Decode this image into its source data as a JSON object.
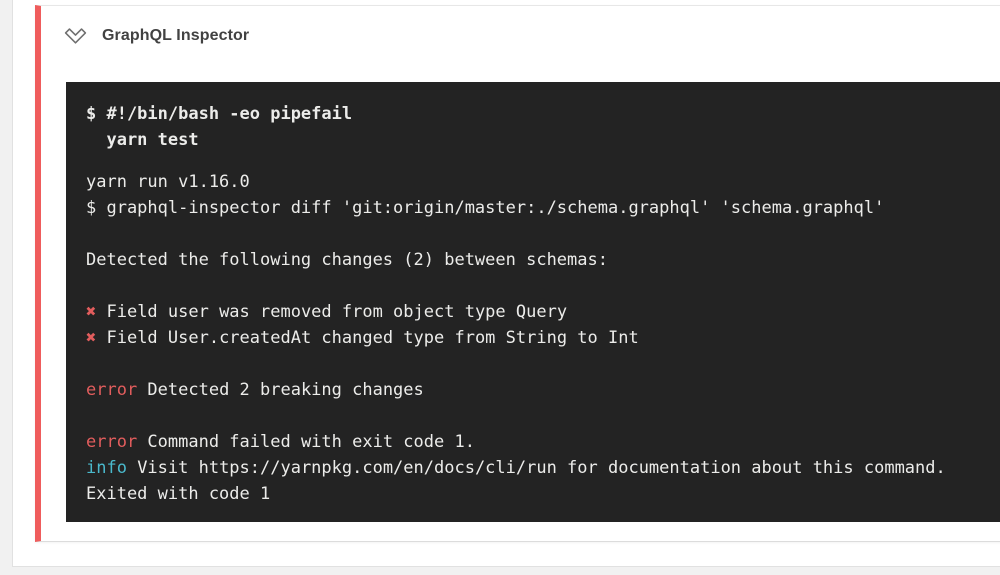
{
  "header": {
    "title": "GraphQL Inspector",
    "collapse_icon": "chevron-down-outline-icon"
  },
  "colors": {
    "accent_fail_red": "#ef5c5c",
    "terminal_background": "#232323",
    "terminal_text": "#ececea",
    "error_red": "#e25d5d",
    "info_cyan": "#4ab9cc"
  },
  "terminal": {
    "command_lines": [
      "$ #!/bin/bash -eo pipefail",
      "  yarn test"
    ],
    "output_lines": [
      [
        {
          "t": "yarn run v1.16.0"
        }
      ],
      [
        {
          "t": "$ graphql-inspector diff 'git:origin/master:./schema.graphql' 'schema.graphql'"
        }
      ],
      [],
      [
        {
          "t": "Detected the following changes (2) between schemas:"
        }
      ],
      [],
      [
        {
          "t": "✖",
          "c": "error"
        },
        {
          "t": " Field user was removed from object type Query"
        }
      ],
      [
        {
          "t": "✖",
          "c": "error"
        },
        {
          "t": " Field User.createdAt changed type from String to Int"
        }
      ],
      [],
      [
        {
          "t": "error",
          "c": "error"
        },
        {
          "t": " Detected 2 breaking changes"
        }
      ],
      [],
      [
        {
          "t": "error",
          "c": "error"
        },
        {
          "t": " Command failed with exit code 1."
        }
      ],
      [
        {
          "t": "info",
          "c": "info"
        },
        {
          "t": " Visit https://yarnpkg.com/en/docs/cli/run for documentation about this command."
        }
      ],
      [
        {
          "t": "Exited with code 1"
        }
      ]
    ]
  }
}
